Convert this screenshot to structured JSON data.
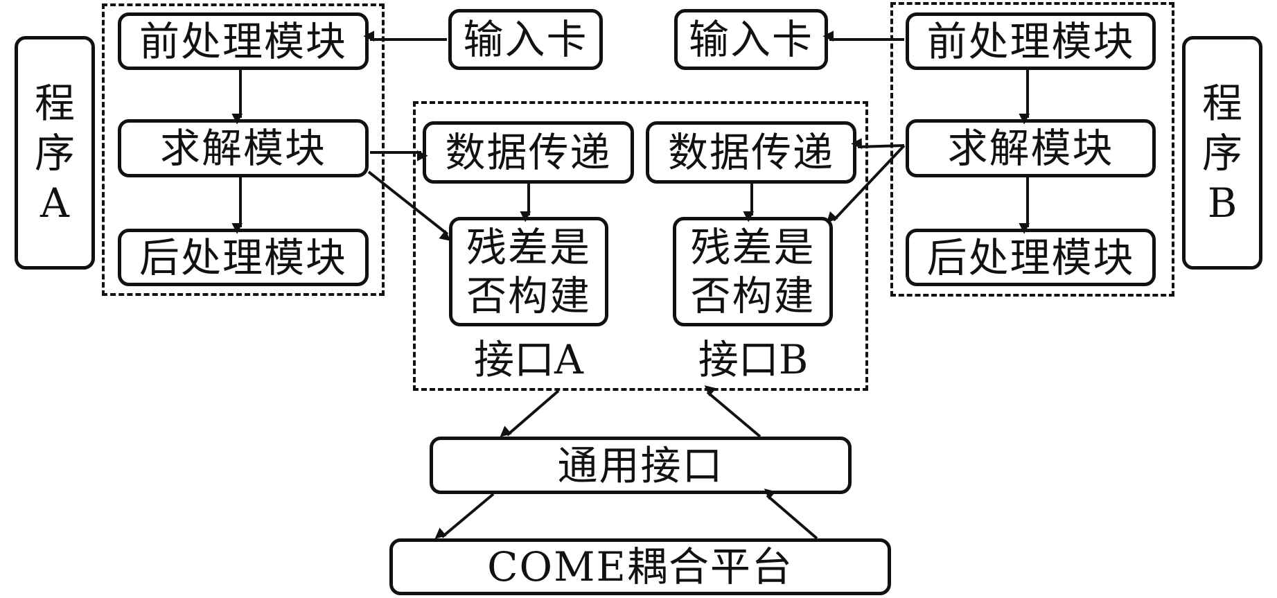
{
  "diagram": {
    "program_a": {
      "label_lines": [
        "程",
        "序",
        "A"
      ]
    },
    "program_b": {
      "label_lines": [
        "程",
        "序",
        "B"
      ]
    },
    "group_a": {
      "preprocess": "前处理模块",
      "solver": "求解模块",
      "postprocess": "后处理模块"
    },
    "group_b": {
      "preprocess": "前处理模块",
      "solver": "求解模块",
      "postprocess": "后处理模块"
    },
    "input_card_a": "输入卡",
    "input_card_b": "输入卡",
    "interface_a": {
      "data_transfer": "数据传递",
      "residual_lines": [
        "残差是",
        "否构建"
      ],
      "caption": "接口A"
    },
    "interface_b": {
      "data_transfer": "数据传递",
      "residual_lines": [
        "残差是",
        "否构建"
      ],
      "caption": "接口B"
    },
    "general_interface": "通用接口",
    "platform": "COME耦合平台",
    "edges": [
      {
        "from": "input_card_a",
        "to": "group_a.preprocess"
      },
      {
        "from": "group_a.preprocess",
        "to": "group_a.solver"
      },
      {
        "from": "group_a.solver",
        "to": "group_a.postprocess"
      },
      {
        "from": "group_a.solver",
        "to": "interface_a.data_transfer"
      },
      {
        "from": "group_a.solver",
        "to": "interface_a.residual"
      },
      {
        "from": "interface_a.data_transfer",
        "to": "interface_a.residual"
      },
      {
        "from": "group_b.preprocess",
        "to": "input_card_b"
      },
      {
        "from": "group_b.preprocess",
        "to": "group_b.solver"
      },
      {
        "from": "group_b.solver",
        "to": "group_b.postprocess"
      },
      {
        "from": "group_b.solver",
        "to": "interface_b.data_transfer"
      },
      {
        "from": "group_b.solver",
        "to": "interface_b.residual"
      },
      {
        "from": "interface_b.data_transfer",
        "to": "interface_b.residual"
      },
      {
        "from": "interfaces",
        "to": "general_interface"
      },
      {
        "from": "general_interface",
        "to": "interfaces"
      },
      {
        "from": "general_interface",
        "to": "platform"
      },
      {
        "from": "platform",
        "to": "general_interface"
      }
    ]
  }
}
